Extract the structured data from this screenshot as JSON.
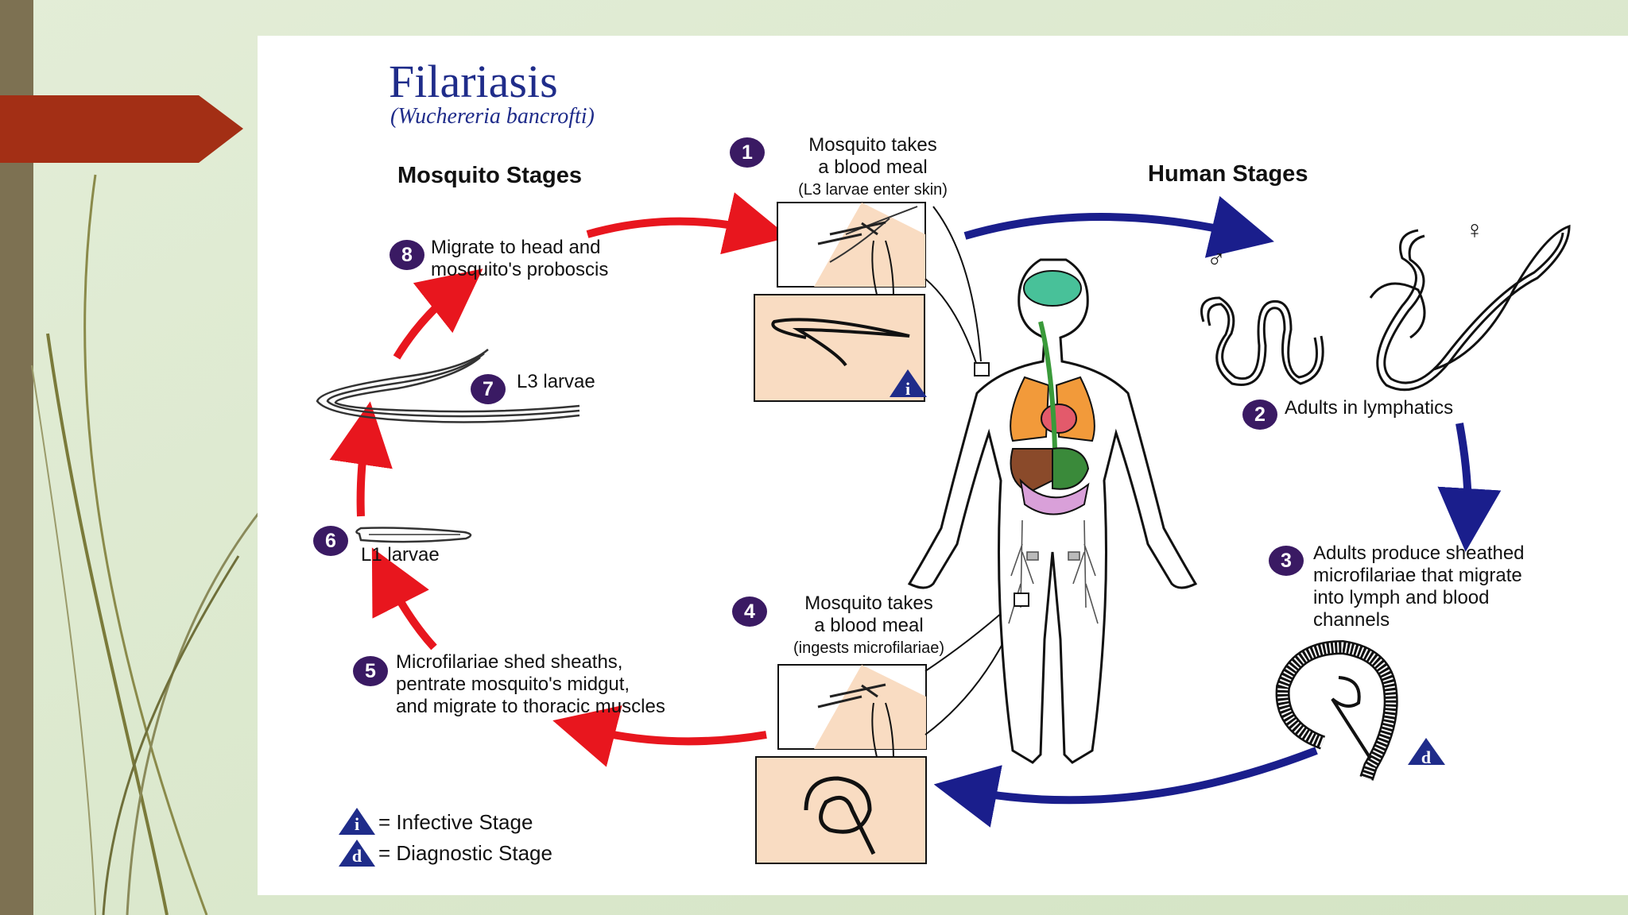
{
  "title": "Filariasis",
  "subtitle": "(Wuchereria bancrofti)",
  "sections": {
    "mosquito": "Mosquito Stages",
    "human": "Human Stages"
  },
  "stages": [
    {
      "num": "1",
      "line1": "Mosquito takes",
      "line2": "a blood meal",
      "sub": "(L3 larvae enter skin)"
    },
    {
      "num": "2",
      "line1": "Adults in lymphatics"
    },
    {
      "num": "3",
      "line1": "Adults produce sheathed",
      "line2": "microfilariae that migrate",
      "line3": "into lymph and blood",
      "line4": "channels"
    },
    {
      "num": "4",
      "line1": "Mosquito takes",
      "line2": "a blood meal",
      "sub": "(ingests microfilariae)"
    },
    {
      "num": "5",
      "line1": "Microfilariae shed sheaths,",
      "line2": "pentrate mosquito's midgut,",
      "line3": "and migrate to thoracic muscles"
    },
    {
      "num": "6",
      "line1": "L1 larvae"
    },
    {
      "num": "7",
      "line1": "L3 larvae"
    },
    {
      "num": "8",
      "line1": "Migrate to head and",
      "line2": "mosquito's proboscis"
    }
  ],
  "legend": {
    "infective_symbol": "i",
    "infective_label": "= Infective Stage",
    "diagnostic_symbol": "d",
    "diagnostic_label": "= Diagnostic Stage"
  },
  "symbols": {
    "male": "♂",
    "female": "♀"
  },
  "colors": {
    "title_blue": "#1f2c8a",
    "stage_badge": "#3a1a63",
    "mosquito_arrow_red": "#e8161e",
    "human_arrow_blue": "#1a1e8c",
    "inset_fill": "#f9dcc2",
    "banner_red": "#a32f15",
    "side_bar": "#7d7152"
  }
}
